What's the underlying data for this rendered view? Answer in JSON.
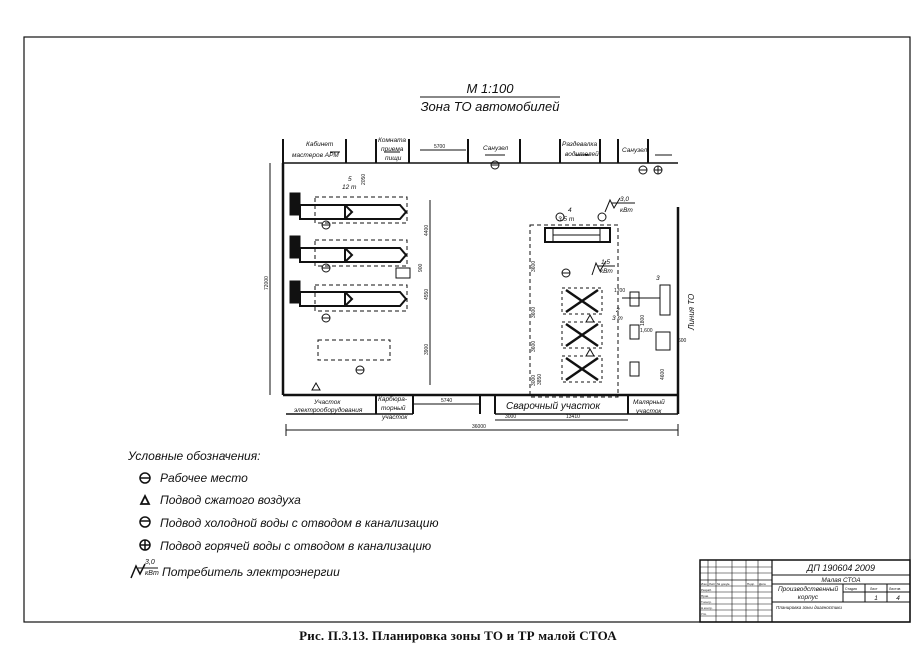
{
  "drawing": {
    "scale": "М 1:100",
    "title": "Зона  ТО  автомобилей",
    "rooms": {
      "master_office": [
        "Кабинет",
        "мастеров АРМ"
      ],
      "reception": [
        "Комната",
        "приема",
        "пищи"
      ],
      "sanuzel_1": "Санузел",
      "changing": [
        "Раздевалка",
        "водителей"
      ],
      "sanuzel_2": "Санузел",
      "electrical": [
        "Участок",
        "электрооборудования"
      ],
      "carburetor": [
        "Карбюра-",
        "торный",
        "участок"
      ],
      "welding": "Сварочный участок",
      "painting": [
        "Малярный",
        "участок"
      ],
      "line_to": "Линия ТО"
    },
    "labels": {
      "item_5": "5",
      "load_12": "12 т",
      "item_4": "4",
      "load_35": "3.5 т",
      "item_3": "3",
      "item_2": "2",
      "load_3": "3 т",
      "power_30_value": "3,0",
      "power_30_unit": "кВт",
      "power_15_value": "1,5",
      "power_15_unit": "кВт"
    },
    "dimensions": {
      "overall_width": "36000",
      "total_height": "72000",
      "door_top": "5700",
      "gap_bottom": "5740",
      "welding_w": "3000",
      "right_w": "13410",
      "bay_1": "4400",
      "bay_2": "4550",
      "bay_3": "3900",
      "left_1": "3600",
      "left_2": "3600",
      "left_3": "3600",
      "left_4": "3000",
      "right_post_1": "1700",
      "right_post_2": "1800",
      "right_post_3": "1,600",
      "small_a": "2050",
      "small_b": "600",
      "small_c": "4600",
      "small_d": "900",
      "small_e": "3850"
    }
  },
  "legend": {
    "title": "Условные  обозначения:",
    "items": [
      {
        "symbol": "workplace",
        "text": "Рабочее   место"
      },
      {
        "symbol": "air",
        "text": "Подвод сжатого воздуха"
      },
      {
        "symbol": "cold-water",
        "text": "Подвод холодной воды с отводом в канализацию"
      },
      {
        "symbol": "hot-water",
        "text": "Подвод горячей воды с отводом в канализацию"
      },
      {
        "symbol": "power",
        "text": "Потребитель электроэнергии",
        "value": "3,0",
        "unit": "кВт"
      }
    ]
  },
  "title_block": {
    "code": "ДП 190604 2009",
    "project": "Малая СТОА",
    "section": [
      "Производственный",
      "корпус"
    ],
    "sheet_label": "Лист",
    "sheets_label": "Листов",
    "sheet": "1",
    "sheets": "4",
    "stage_label": "Стадия",
    "plan_name": "Планировка  зоны диагностики",
    "row_labels": [
      "Изм.",
      "Лист",
      "№ докум.",
      "Подп.",
      "Дата"
    ],
    "people_labels": [
      "Разраб.",
      "Пров.",
      "Т.контр.",
      "Н.контр.",
      "Утв."
    ]
  },
  "caption": "Рис. П.3.13. Планировка зоны ТО и ТР малой СТОА"
}
